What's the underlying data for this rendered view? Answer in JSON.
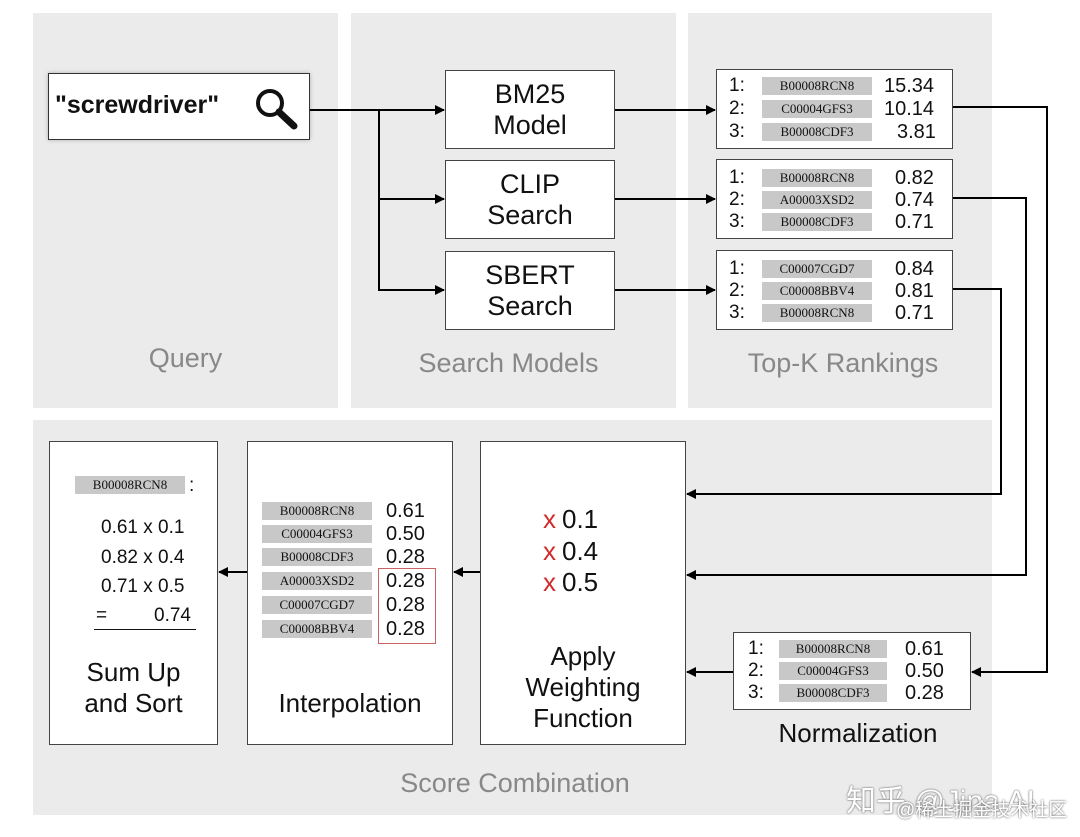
{
  "panels": {
    "query": "Query",
    "models": "Search Models",
    "rankings": "Top-K Rankings",
    "combination": "Score Combination"
  },
  "query_text": "\"screwdriver\"",
  "models": [
    {
      "line1": "BM25",
      "line2": "Model"
    },
    {
      "line1": "CLIP",
      "line2": "Search"
    },
    {
      "line1": "SBERT",
      "line2": "Search"
    }
  ],
  "rankings": [
    [
      {
        "rank": "1:",
        "id": "B00008RCN8",
        "score": "15.34"
      },
      {
        "rank": "2:",
        "id": "C00004GFS3",
        "score": "10.14"
      },
      {
        "rank": "3:",
        "id": "B00008CDF3",
        "score": "3.81"
      }
    ],
    [
      {
        "rank": "1:",
        "id": "B00008RCN8",
        "score": "0.82"
      },
      {
        "rank": "2:",
        "id": "A00003XSD2",
        "score": "0.74"
      },
      {
        "rank": "3:",
        "id": "B00008CDF3",
        "score": "0.71"
      }
    ],
    [
      {
        "rank": "1:",
        "id": "C00007CGD7",
        "score": "0.84"
      },
      {
        "rank": "2:",
        "id": "C00008BBV4",
        "score": "0.81"
      },
      {
        "rank": "3:",
        "id": "B00008RCN8",
        "score": "0.71"
      }
    ]
  ],
  "normalization": {
    "label": "Normalization",
    "rows": [
      {
        "rank": "1:",
        "id": "B00008RCN8",
        "score": "0.61"
      },
      {
        "rank": "2:",
        "id": "C00004GFS3",
        "score": "0.50"
      },
      {
        "rank": "3:",
        "id": "B00008CDF3",
        "score": "0.28"
      }
    ]
  },
  "weighting": {
    "label_lines": [
      "Apply",
      "Weighting",
      "Function"
    ],
    "x_symbol": "x",
    "weights": [
      "0.1",
      "0.4",
      "0.5"
    ]
  },
  "interpolation": {
    "label": "Interpolation",
    "rows": [
      {
        "id": "B00008RCN8",
        "score": "0.61"
      },
      {
        "id": "C00004GFS3",
        "score": "0.50"
      },
      {
        "id": "B00008CDF3",
        "score": "0.28"
      },
      {
        "id": "A00003XSD2",
        "score": "0.28"
      },
      {
        "id": "C00007CGD7",
        "score": "0.28"
      },
      {
        "id": "C00008BBV4",
        "score": "0.28"
      }
    ]
  },
  "sum": {
    "label_lines": [
      "Sum Up",
      "and Sort"
    ],
    "item_id": "B00008RCN8",
    "colon": ":",
    "lines": [
      "0.61 x 0.1",
      "0.82 x 0.4",
      "0.71 x 0.5"
    ],
    "eq": "=",
    "result": "0.74"
  },
  "watermark": {
    "main": "知乎 @Jina AI",
    "sub": "@稀土掘金技术社区"
  },
  "colors": {
    "panel_bg": "#ebebeb",
    "panel_label": "#888888",
    "id_badge": "#c8c8c8",
    "weight_x": "#d12a2a",
    "highlight_border": "#c86464"
  }
}
